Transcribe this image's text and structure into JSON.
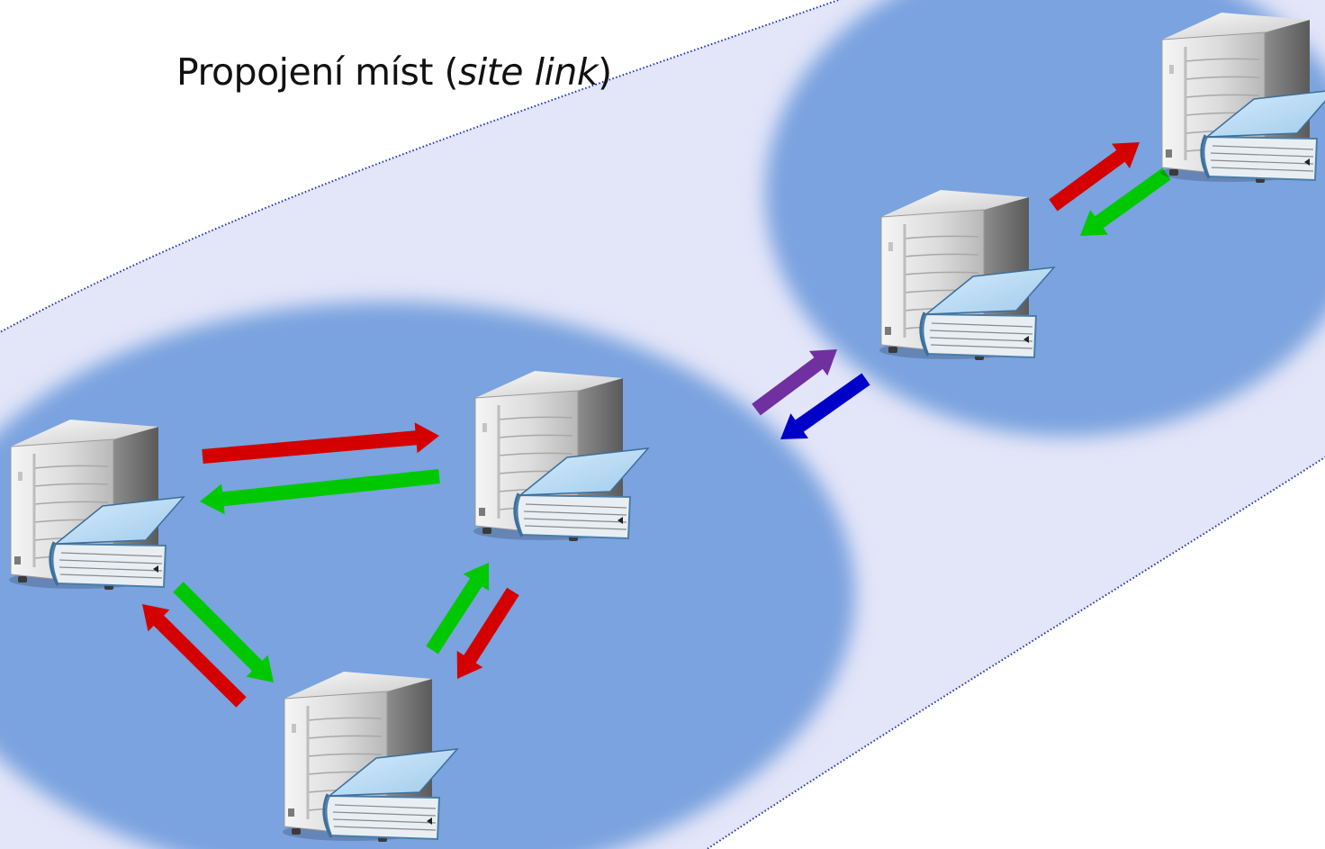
{
  "caption": {
    "prefix": "Propojení míst (",
    "emphasis": "site link",
    "suffix": ")"
  },
  "colors": {
    "site_link_band": "#e3e5f8",
    "site_link_border": "#1f33b6",
    "site": "#7aa3df",
    "intra_site_outgoing": "#d40000",
    "intra_site_incoming": "#00c800",
    "inter_site_outgoing": "#7030a0",
    "inter_site_incoming": "#0000c8"
  },
  "sites": [
    {
      "id": "site-a",
      "servers": [
        "server-a1",
        "server-a2",
        "server-a3"
      ]
    },
    {
      "id": "site-b",
      "servers": [
        "server-b1",
        "server-b2"
      ]
    }
  ],
  "icons": {
    "server": "server-tower-icon",
    "directory": "directory-book-icon"
  },
  "replication_links": [
    {
      "from": "server-a1",
      "to": "server-a2",
      "kind": "intra-site"
    },
    {
      "from": "server-a2",
      "to": "server-a3",
      "kind": "intra-site"
    },
    {
      "from": "server-a3",
      "to": "server-a1",
      "kind": "intra-site"
    },
    {
      "from": "server-b1",
      "to": "server-b2",
      "kind": "intra-site"
    },
    {
      "from": "server-a2",
      "to": "server-b1",
      "kind": "inter-site"
    }
  ]
}
